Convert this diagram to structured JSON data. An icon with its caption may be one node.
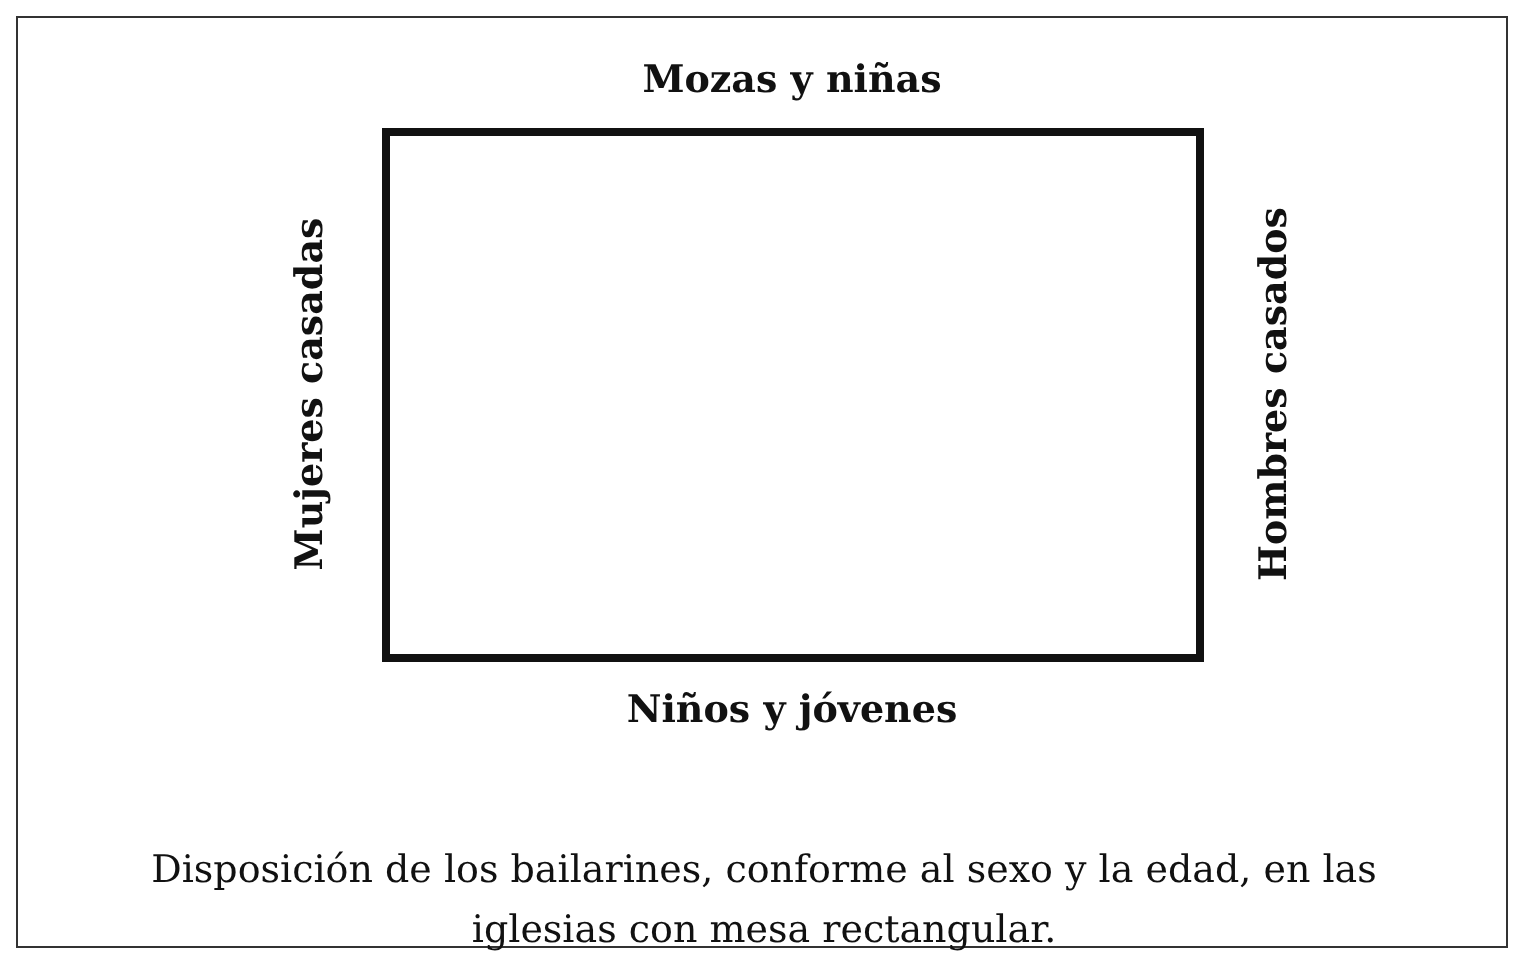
{
  "diagram": {
    "caption": "Disposición de los bailarines, conforme al sexo y la edad, en las iglesias con mesa rectangular.",
    "nodes": [
      {
        "text": [],
        "shape": "box",
        "beside": [
          "Mozas y niñas",
          "Mujeres casadas",
          "Hombres casados",
          "Niños y jóvenes"
        ]
      }
    ]
  }
}
